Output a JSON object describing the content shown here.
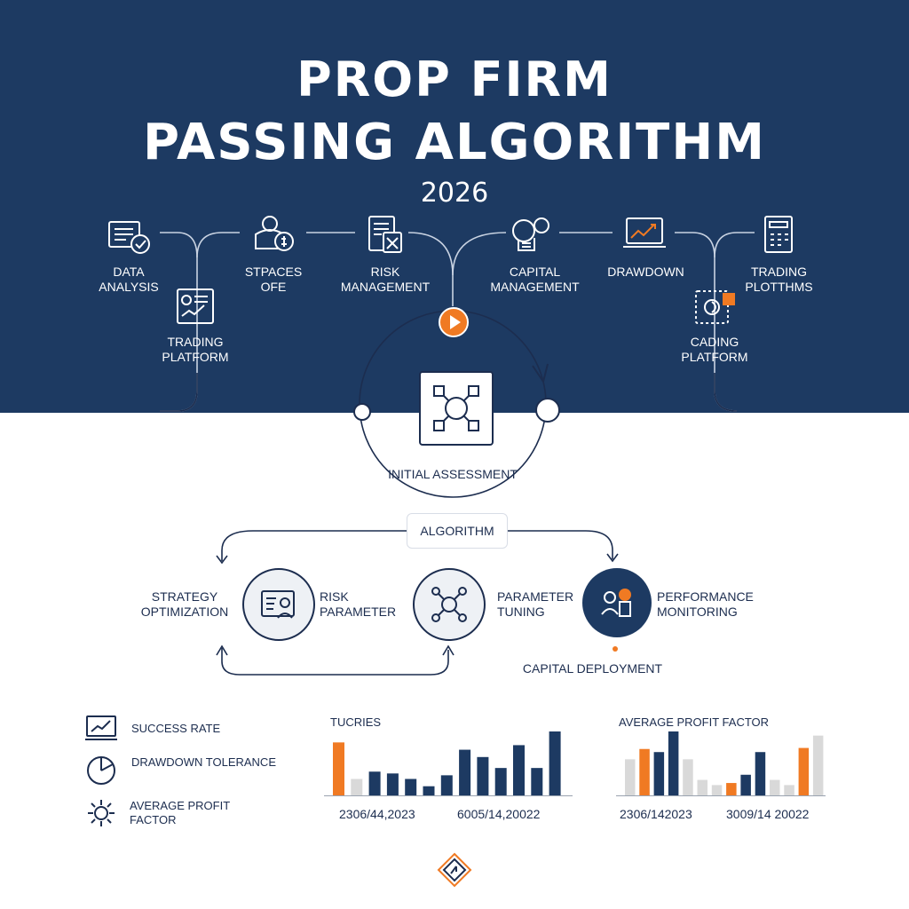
{
  "header": {
    "title_line1": "PROP FIRM",
    "title_line2": "PASSING ALGORITHM",
    "year": "2026"
  },
  "top_steps": {
    "data_analysis": "DATA ANALYSIS",
    "stspaces": "STPACES OFE",
    "risk_management": "RISK MANAGEMENT",
    "capital_management": "CAPITAL MANAGEMENT",
    "drawdown": "DRAWDOWN",
    "trading_plotthms": "TRADING PLOTTHMS",
    "trading_platform": "TRADING PLATFORM",
    "cading_platform": "CADING PLATFORM"
  },
  "center": {
    "initial_assessment": "INITIAL ASSESSMENT",
    "algorithm": "ALGORITHM"
  },
  "flow": {
    "strategy_optimization": "STRATEGY OPTIMIZATION",
    "risk_parameter": "RISK PARAMETER",
    "parameter_tuning": "PARAMETER TUNING",
    "performance_monitoring": "PERFORMANCE MONITORING",
    "capital_deployment": "CAPITAL DEPLOYMENT"
  },
  "stats": {
    "success_rate": "SUCCESS RATE",
    "drawdown_tolerance": "DRAWDOWN TOLERANCE",
    "average_profit_factor": "AVERAGE PROFIT FACTOR"
  },
  "colors": {
    "navy": "#1d3a62",
    "orange": "#f07a23",
    "gray": "#d9d9d9"
  },
  "chart_data": [
    {
      "type": "bar",
      "title": "TUCRIES",
      "x_tick_labels": [
        "2306/44,2023",
        "6005/14,20022"
      ],
      "values": [
        58,
        18,
        26,
        24,
        18,
        10,
        22,
        50,
        42,
        30,
        55,
        30,
        70
      ],
      "bar_colors": [
        "orange",
        "gray",
        "navy",
        "navy",
        "navy",
        "navy",
        "navy",
        "navy",
        "navy",
        "navy",
        "navy",
        "navy",
        "navy"
      ]
    },
    {
      "type": "bar",
      "title": "AVERAGE PROFIT FACTOR",
      "x_tick_labels": [
        "2306/142023",
        "3009/14 20022"
      ],
      "values": [
        35,
        45,
        42,
        62,
        35,
        15,
        10,
        12,
        20,
        42,
        15,
        10,
        46,
        58
      ],
      "bar_colors": [
        "gray",
        "orange",
        "navy",
        "navy",
        "gray",
        "gray",
        "gray",
        "orange",
        "navy",
        "navy",
        "gray",
        "gray",
        "orange",
        "gray"
      ]
    }
  ]
}
